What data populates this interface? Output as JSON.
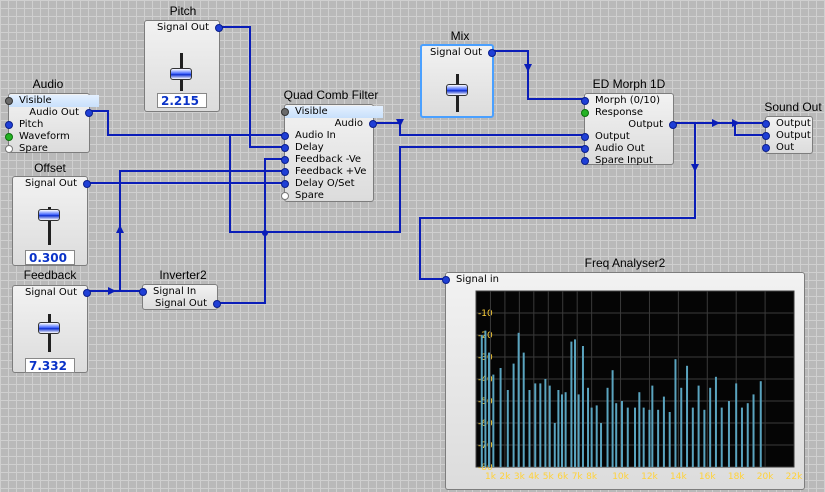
{
  "modules": {
    "pitch": {
      "title": "Pitch",
      "out": "Signal Out",
      "value": "2.215"
    },
    "audio": {
      "title": "Audio",
      "ports": [
        "Visible",
        "Audio Out",
        "Pitch",
        "Waveform",
        "Spare"
      ]
    },
    "offset": {
      "title": "Offset",
      "out": "Signal Out",
      "value": "0.300"
    },
    "feedback": {
      "title": "Feedback",
      "out": "Signal Out",
      "value": "7.332"
    },
    "inverter": {
      "title": "Inverter2",
      "in": "Signal In",
      "out": "Signal Out"
    },
    "comb": {
      "title": "Quad Comb Filter",
      "inputs": [
        "Visible",
        "Audio In",
        "Delay",
        "Feedback -Ve",
        "Feedback +Ve",
        "Delay O/Set",
        "Spare"
      ],
      "output": "Audio"
    },
    "mix": {
      "title": "Mix",
      "out": "Signal Out"
    },
    "morph": {
      "title": "ED Morph 1D",
      "inputs": [
        "Morph (0/10)",
        "Response",
        "Output",
        "Audio Out",
        "Spare Input"
      ],
      "output": "Output"
    },
    "sound": {
      "title": "Sound Out",
      "inputs": [
        "Output",
        "Output",
        "Out"
      ]
    },
    "analyser": {
      "title": "Freq Analyser2",
      "in": "Signal in"
    }
  },
  "chart_data": {
    "type": "bar",
    "title": "Freq Analyser2",
    "ylim": [
      -80,
      0
    ],
    "yticks": [
      "-10",
      "-20",
      "-30",
      "-40",
      "-50",
      "-60",
      "-70",
      "-80"
    ],
    "xticks": [
      "1k",
      "2k",
      "3k",
      "4k",
      "5k",
      "6k",
      "7k",
      "8k",
      "10k",
      "12k",
      "14k",
      "16k",
      "18k",
      "20k",
      "22k"
    ],
    "x": [
      400,
      650,
      900,
      1200,
      1700,
      2200,
      2600,
      2950,
      3300,
      3700,
      4100,
      4450,
      4800,
      5100,
      5450,
      5700,
      5950,
      6200,
      6600,
      6850,
      7100,
      7400,
      7750,
      8000,
      8350,
      8650,
      9100,
      9450,
      9700,
      10100,
      10500,
      11000,
      11300,
      11600,
      12000,
      12200,
      12600,
      13000,
      13400,
      13800,
      14200,
      14600,
      15000,
      15400,
      15800,
      16200,
      16600,
      17000,
      17500,
      18000,
      18400,
      18800,
      19200,
      19700
    ],
    "values": [
      -20,
      -18,
      -28,
      -38,
      -35,
      -45,
      -33,
      -19,
      -28,
      -45,
      -42,
      -42,
      -40,
      -43,
      -60,
      -45,
      -47,
      -46,
      -23,
      -22,
      -47,
      -25,
      -44,
      -53,
      -52,
      -60,
      -44,
      -36,
      -51,
      -50,
      -53,
      -53,
      -46,
      -53,
      -54,
      -43,
      -54,
      -48,
      -55,
      -31,
      -44,
      -34,
      -53,
      -43,
      -54,
      -44,
      -39,
      -53,
      -50,
      -42,
      -53,
      -51,
      -47,
      -41
    ],
    "colors": {
      "bars": "#5aa4bf",
      "plot_bg": "#050505",
      "grid": "#3a3a3a",
      "tick_text": "#ffd23a"
    }
  },
  "colors": {
    "wire": "#0a1db8",
    "port": "#1f3fd6",
    "selected": "#4aa0ff"
  }
}
